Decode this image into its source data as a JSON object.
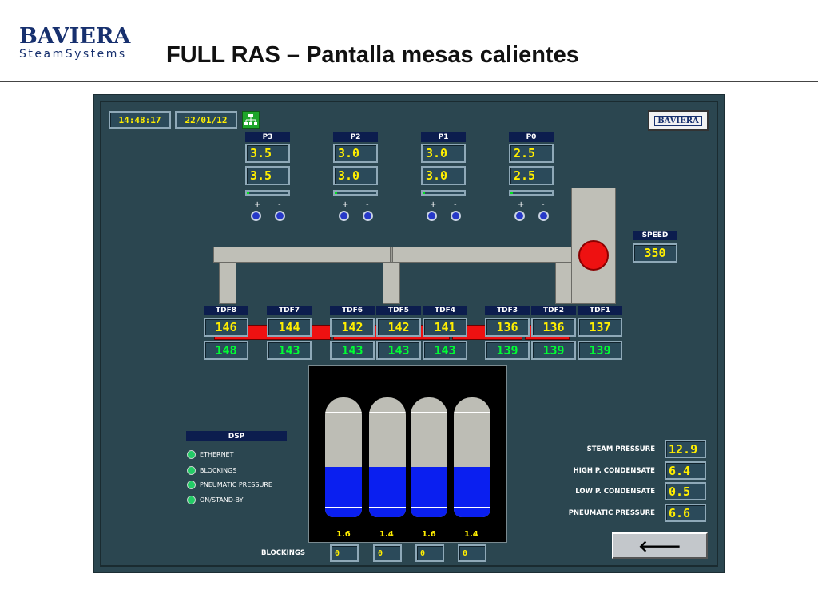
{
  "header": {
    "logo_top": "BAVIERA",
    "logo_bottom": "SteamSystems",
    "title": "FULL RAS – Pantalla mesas calientes"
  },
  "hmi": {
    "time": "14:48:17",
    "date": "22/01/12",
    "network_icon": "network-icon",
    "logo": "BAVIERA",
    "presses": [
      {
        "label": "P3",
        "set": "3.5",
        "actual": "3.5",
        "plus": "+",
        "minus": "-",
        "level": 0.05
      },
      {
        "label": "P2",
        "set": "3.0",
        "actual": "3.0",
        "plus": "+",
        "minus": "-",
        "level": 0.05
      },
      {
        "label": "P1",
        "set": "3.0",
        "actual": "3.0",
        "plus": "+",
        "minus": "-",
        "level": 0.05
      },
      {
        "label": "P0",
        "set": "2.5",
        "actual": "2.5",
        "plus": "+",
        "minus": "-",
        "level": 0.05
      }
    ],
    "speed": {
      "label": "SPEED",
      "value": "350"
    },
    "tdf": [
      {
        "label": "TDF8",
        "top": "146",
        "bottom": "148"
      },
      {
        "label": "TDF7",
        "top": "144",
        "bottom": "143"
      },
      {
        "label": "TDF6",
        "top": "142",
        "bottom": "143"
      },
      {
        "label": "TDF5",
        "top": "142",
        "bottom": "143"
      },
      {
        "label": "TDF4",
        "top": "141",
        "bottom": "143"
      },
      {
        "label": "TDF3",
        "top": "136",
        "bottom": "139"
      },
      {
        "label": "TDF2",
        "top": "136",
        "bottom": "139"
      },
      {
        "label": "TDF1",
        "top": "137",
        "bottom": "139"
      }
    ],
    "tanks": [
      {
        "value": "1.6",
        "level": 0.42
      },
      {
        "value": "1.4",
        "level": 0.42
      },
      {
        "value": "1.6",
        "level": 0.42
      },
      {
        "value": "1.4",
        "level": 0.42
      }
    ],
    "dsp": {
      "title": "DSP",
      "items": [
        "ETHERNET",
        "BLOCKINGS",
        "PNEUMATIC PRESSURE",
        "ON/STAND-BY"
      ]
    },
    "readings": [
      {
        "label": "STEAM PRESSURE",
        "value": "12.9"
      },
      {
        "label": "HIGH P. CONDENSATE",
        "value": "6.4"
      },
      {
        "label": "LOW P. CONDENSATE",
        "value": "0.5"
      },
      {
        "label": "PNEUMATIC PRESSURE",
        "value": "6.6"
      }
    ],
    "blockings": {
      "label": "BLOCKINGS",
      "values": [
        "0",
        "0",
        "0",
        "0"
      ]
    },
    "back_button": "🡐",
    "colors": {
      "panel": "#2b4650",
      "value_yellow": "#ffee00",
      "value_green": "#00ff33",
      "heater_red": "#ee1111",
      "tank_blue": "#0a1ff0"
    }
  }
}
